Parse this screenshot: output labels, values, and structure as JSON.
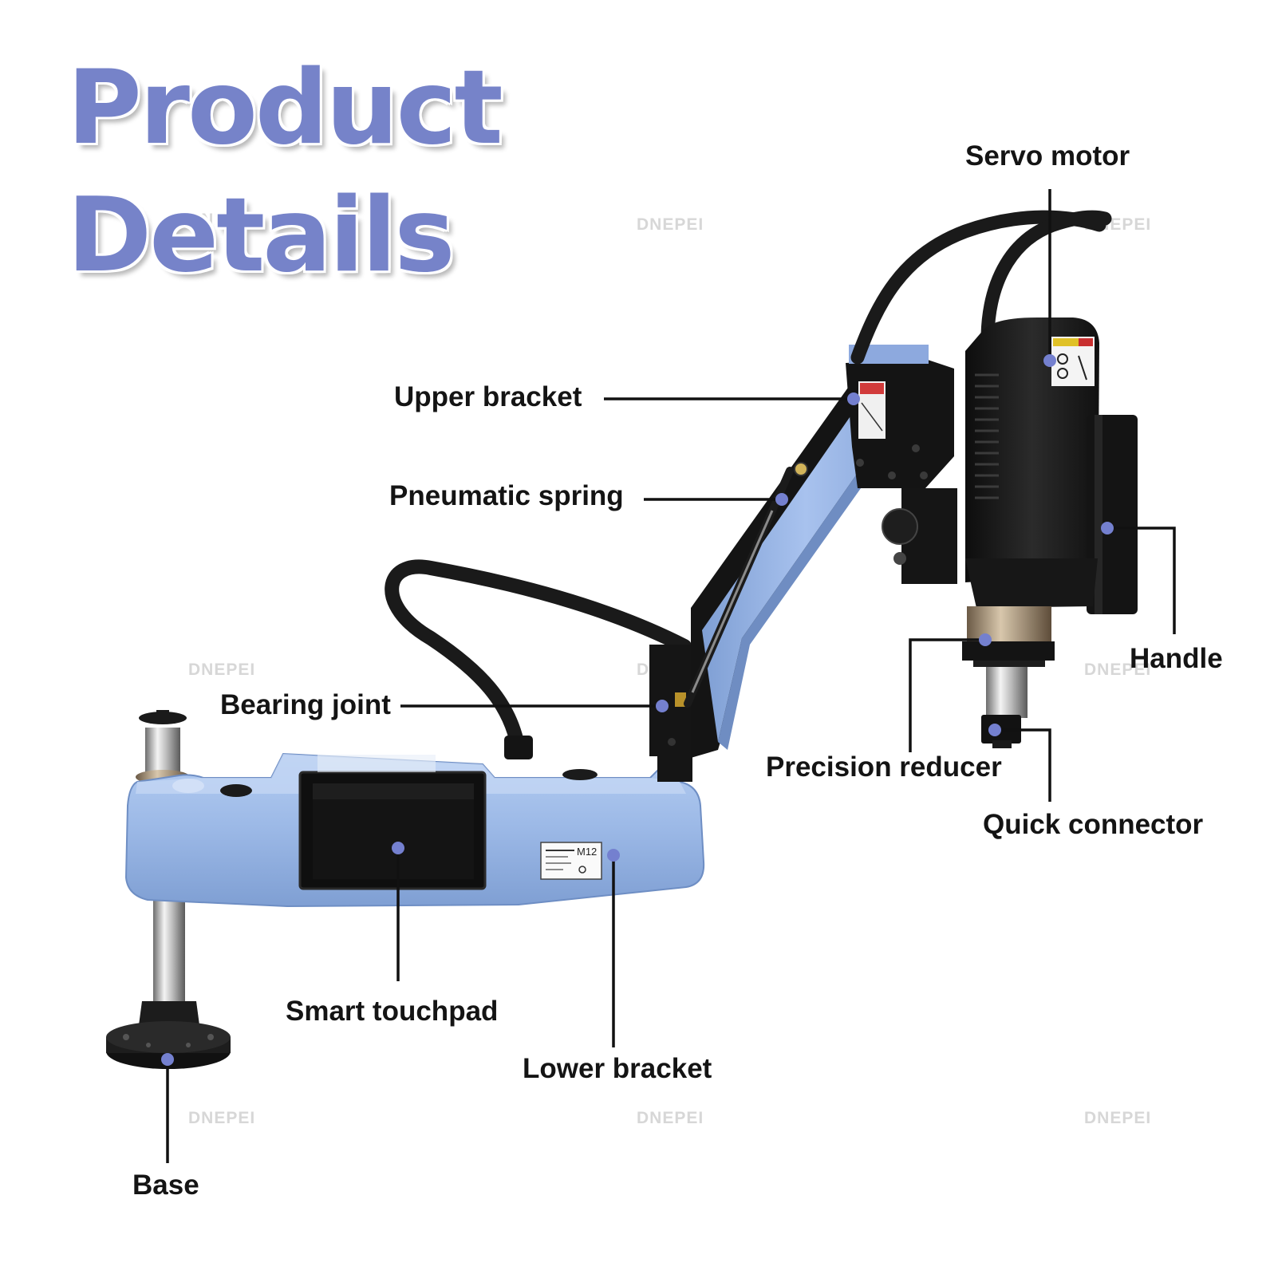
{
  "title": {
    "line1": "Product",
    "line2": "Details"
  },
  "colors": {
    "title": "#7683c9",
    "machine_blue": "#9bb8e6",
    "machine_black": "#1a1a1a",
    "marker_dot": "#7480cf",
    "leader_line": "#111111",
    "label_text": "#141414",
    "watermark": "#d7d7d7"
  },
  "watermark": "DNEPEI",
  "labels": {
    "servo_motor": "Servo motor",
    "upper_bracket": "Upper bracket",
    "pneumatic_spring": "Pneumatic spring",
    "handle": "Handle",
    "bearing_joint": "Bearing joint",
    "precision_reducer": "Precision reducer",
    "quick_connector": "Quick connector",
    "smart_touchpad": "Smart touchpad",
    "lower_bracket": "Lower bracket",
    "base": "Base"
  },
  "device_plate": {
    "model": "M12"
  }
}
